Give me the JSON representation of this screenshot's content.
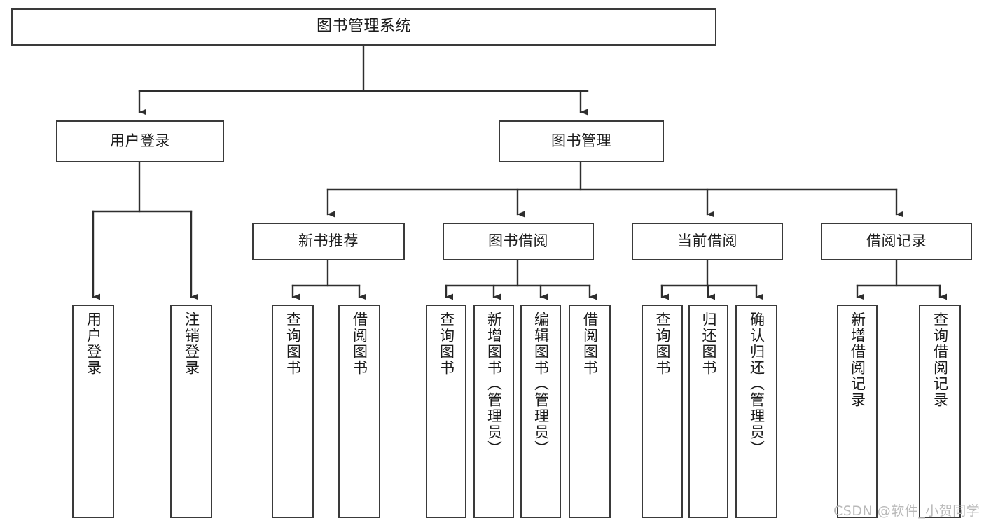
{
  "diagram": {
    "title": "图书管理系统",
    "type": "tree",
    "watermark": "CSDN @软件_小贺同学",
    "colors": {
      "box_border": "#3a3a3a",
      "box_fill": "#ffffff",
      "edge": "#2e2e2e",
      "text": "#1b1b1b",
      "watermark": "#b9b9b9",
      "background": "#ffffff"
    },
    "nodes": {
      "root": {
        "label": "图书管理系统"
      },
      "level2": [
        {
          "id": "user-login",
          "label": "用户登录"
        },
        {
          "id": "book-manage",
          "label": "图书管理"
        }
      ],
      "level3": [
        {
          "id": "new-book-recommend",
          "label": "新书推荐"
        },
        {
          "id": "book-borrow",
          "label": "图书借阅"
        },
        {
          "id": "current-borrow",
          "label": "当前借阅"
        },
        {
          "id": "borrow-record",
          "label": "借阅记录"
        }
      ],
      "leaves": {
        "user-login": [
          {
            "id": "leaf-user-login",
            "label": "用户登录"
          },
          {
            "id": "leaf-logout",
            "label": "注销登录"
          }
        ],
        "new-book-recommend": [
          {
            "id": "leaf-query-book-1",
            "label": "查询图书"
          },
          {
            "id": "leaf-borrow-book-1",
            "label": "借阅图书"
          }
        ],
        "book-borrow": [
          {
            "id": "leaf-query-book-2",
            "label": "查询图书"
          },
          {
            "id": "leaf-add-book",
            "label": "新增图书（管理员）"
          },
          {
            "id": "leaf-edit-book",
            "label": "编辑图书（管理员）"
          },
          {
            "id": "leaf-borrow-book-2",
            "label": "借阅图书"
          }
        ],
        "current-borrow": [
          {
            "id": "leaf-query-book-3",
            "label": "查询图书"
          },
          {
            "id": "leaf-return-book",
            "label": "归还图书"
          },
          {
            "id": "leaf-confirm-return",
            "label": "确认归还（管理员）"
          }
        ],
        "borrow-record": [
          {
            "id": "leaf-add-record",
            "label": "新增借阅记录"
          },
          {
            "id": "leaf-query-record",
            "label": "查询借阅记录"
          }
        ]
      }
    }
  }
}
